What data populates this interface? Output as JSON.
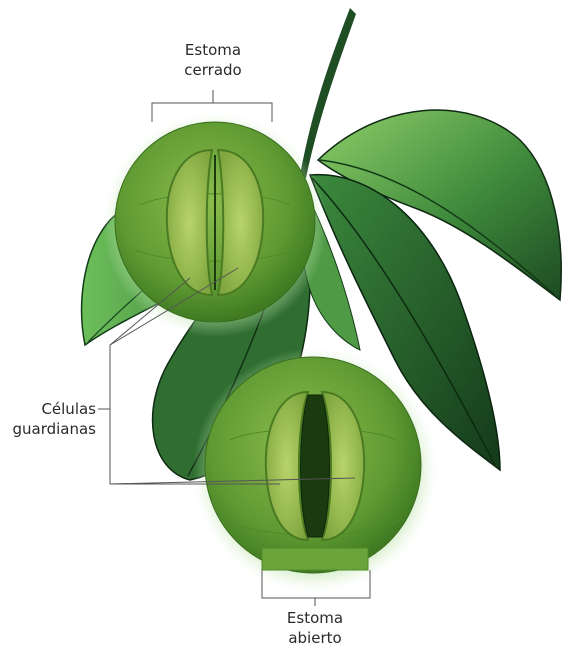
{
  "labels": {
    "closed_stoma": {
      "line1": "Estoma",
      "line2": "cerrado"
    },
    "open_stoma": {
      "line1": "Estoma",
      "line2": "abierto"
    },
    "guard_cells": {
      "line1": "Células",
      "line2": "guardianas"
    }
  },
  "colors": {
    "leaf_dark": "#1f4d24",
    "leaf_mid": "#3f8a3c",
    "leaf_light": "#7fbf55",
    "circle_fill": "#6aa43a",
    "circle_glow": "#a9d98a",
    "guard_cell": "#a8c85c",
    "leader_line": "#555555"
  }
}
